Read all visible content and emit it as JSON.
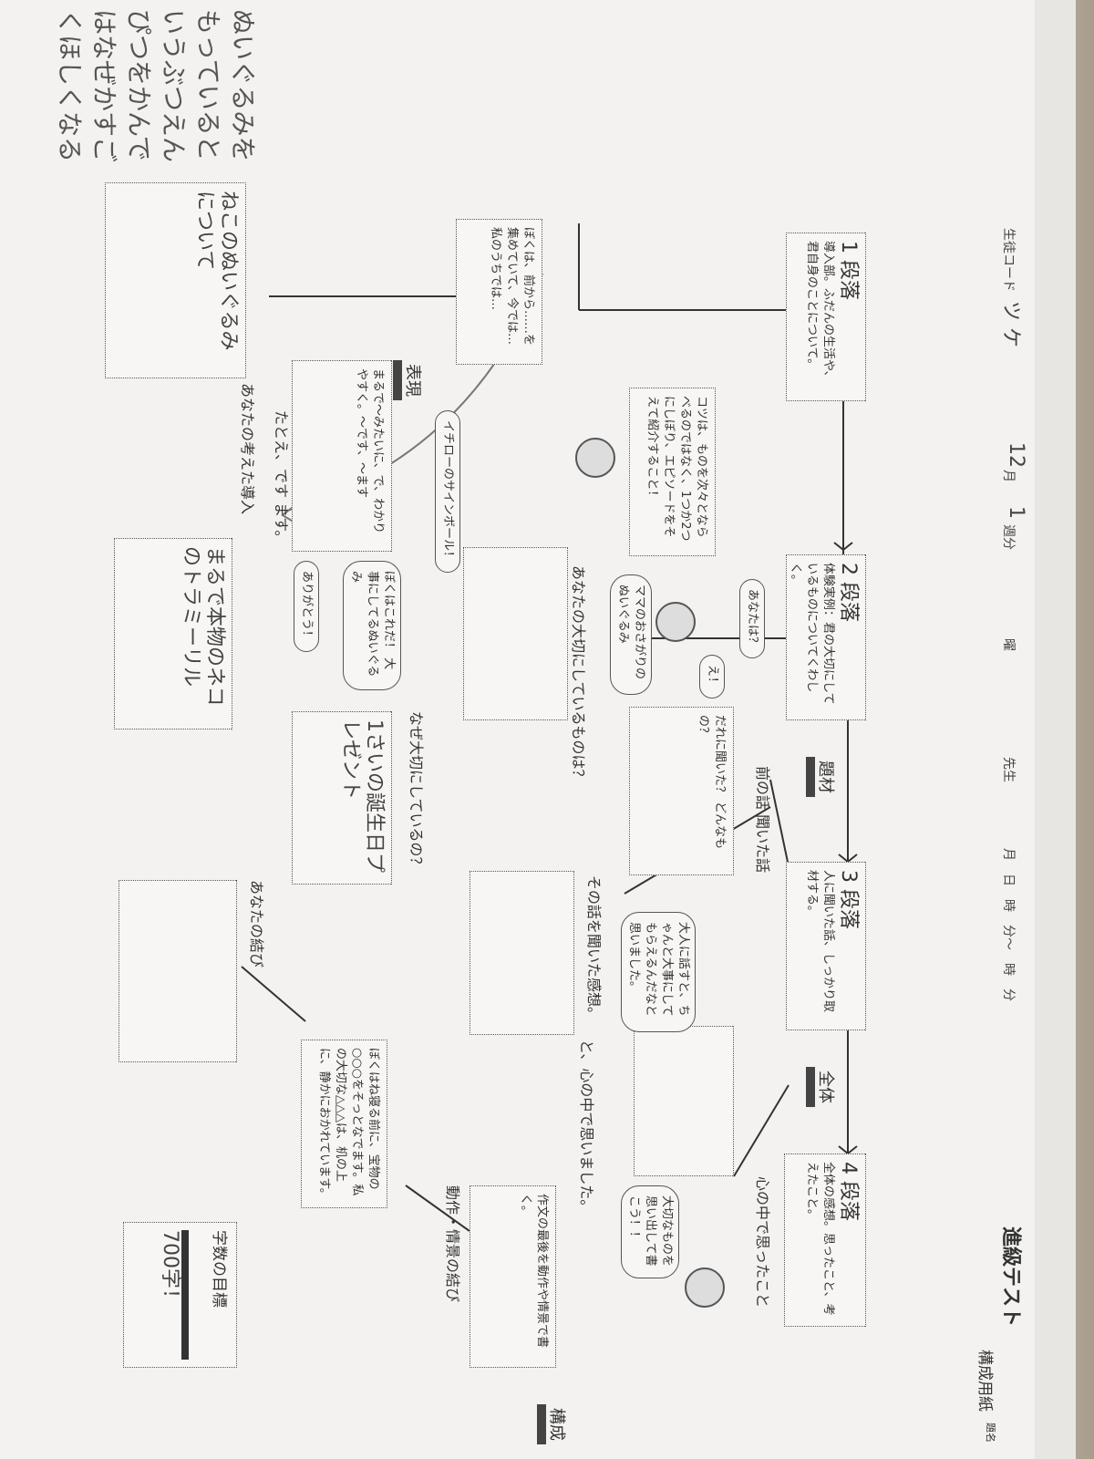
{
  "header": {
    "student_code_label": "生徒コード",
    "student_code": "ツ ケ",
    "month": "12",
    "month_label": "月",
    "week": "1",
    "week_label": "週分",
    "weekday_label": "曜",
    "teacher_label": "先生",
    "date_label": "月　日　時　分～　時　分",
    "title": "進級テスト",
    "subtitle": "構成用紙",
    "theme_label": "題名"
  },
  "paragraphs": [
    {
      "heading": "1 段落",
      "text": "導入部。ふだんの生活や、君自身のことについて。"
    },
    {
      "heading": "2 段落",
      "text": "体験実例：君の大切にしているものについてくわしく。"
    },
    {
      "heading": "3 段落",
      "text": "人に聞いた話、しっかり取材する。"
    },
    {
      "heading": "4 段落",
      "text": "全体の感想。思ったこと、考えたこと。"
    }
  ],
  "tags": {
    "subject": "題材",
    "whole": "全体",
    "expression": "表現",
    "structure": "構成"
  },
  "notes": {
    "intro_example": "ぼくは、前から……を集めていて、今では… 私のうちでは…",
    "tip": "コツは、ものを次々とならべるのではなく、1つか2つにしぼり、エピソードをそえて紹介すること！",
    "who_asked": "だれに聞いた？ どんなもの？",
    "expression_example": "まるで〜みたいに、で、わかりやすく。〜です、〜ます",
    "expression_bullet": "たとえ、です ます。",
    "like_example": "まるで本物のネコのトラミーリル",
    "one_year_gift": "1さいの誕生日プレゼント",
    "ending_example": "ぼくはね寝る前に、宝物の○○○をそっとなでます。私の大切な△△△は、机の上に、静かにおかれています。",
    "structure_text": "作文の最後を動作や情景で書く。",
    "structure_bullet": "動作・情景の結び",
    "heart_bullet": "心の中で思ったこと",
    "subject_bullet": "前の話 聞いた話",
    "goal_label": "字数の目標",
    "goal_value": "700字！"
  },
  "prompts": {
    "your_important": "あなたの大切にしているものは？",
    "why_important": "なぜ大切にしているの？",
    "impression": "その話を聞いた感想。",
    "heart": "と、心の中で思いました。",
    "your_intro": "あなたの考えた導入",
    "your_ending": "あなたの結び"
  },
  "bubbles": {
    "frog": "イチローのサインボール！",
    "bear1": "あなたは？",
    "bear2": "ママのおさがりのぬいぐるみ",
    "bear3": "え！",
    "bear4": "ぼくはこれだ！ 大事にしてるぬいぐるみ",
    "bear5": "ありがとう！",
    "adult": "大人に話すと、ちゃんと大事にしてもらえるんだなと思いました。",
    "cat": "大切なものを思い出して書こう！！"
  },
  "student_writing": {
    "intro_answer": "ねこのぬいぐるみについて",
    "margin_note": "ぬいぐるみをもっているというぶつえんぴつをかんではなぜかすごくほしくなる"
  }
}
